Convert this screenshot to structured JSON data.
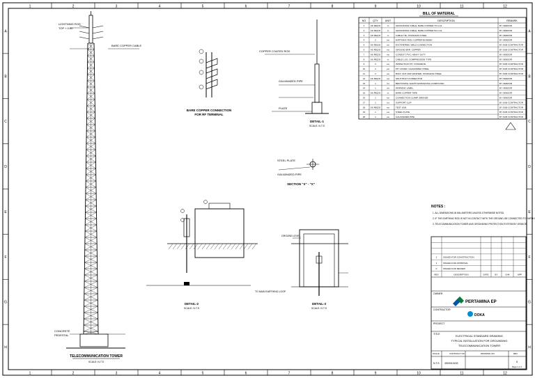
{
  "border": {
    "columns": [
      "1",
      "2",
      "3",
      "4",
      "5",
      "6",
      "7",
      "8",
      "9",
      "10",
      "11",
      "12"
    ],
    "rows": [
      "A",
      "B",
      "C",
      "D",
      "E",
      "F",
      "G",
      "H"
    ]
  },
  "tower": {
    "label_top_1": "LIGHTNING ROD",
    "label_top_2": "TOP + 0.00",
    "label_cable": "BARE COPPER CABLE",
    "label_base_1": "CONCRETE",
    "label_base_2": "PEDESTAL",
    "title": "TELECOMMUNICATION TOWER",
    "scale": "SCALE: N.T.S"
  },
  "detail_d": {
    "title": "BARE COPPER CONNECTION",
    "subtitle": "FOR RF TERMINAL"
  },
  "rod_detail": {
    "label_1": "COPPER COATED ROD",
    "label_2": "GALVANIZED PIPE",
    "label_3": "PLATE",
    "title": "DETAIL-1",
    "scale": "SCALE: N.T.S"
  },
  "section_xx": {
    "label_1": "STEEL PLATE",
    "label_2": "GALVANIZED PIPE",
    "title": "SECTION \"X\" - \"X\""
  },
  "detail_2": {
    "title": "DETAIL-2",
    "scale": "SCALE: N.T.S"
  },
  "detail_3": {
    "title": "DETAIL-3",
    "scale": "SCALE: N.T.S",
    "label_1": "GROUND LEVEL",
    "label_2": "TO MAIN EARTHING LOOP"
  },
  "bom": {
    "title": "BILL OF MATERIAL",
    "headers": [
      "NO",
      "QTY",
      "UNIT",
      "DESCRIPTION",
      "REMARK"
    ],
    "rows": [
      [
        "1",
        "AS REQ'D",
        "m",
        "GROUNDING CABLE, BARE COPPER 70 mm2",
        "BY VENDOR"
      ],
      [
        "2",
        "AS REQ'D",
        "m",
        "GROUNDING CABLE, BARE COPPER 50 mm2",
        "BY VENDOR"
      ],
      [
        "3",
        "AS REQ'D",
        "m",
        "CABLE TIE, STAINLESS STEEL",
        "BY VENDOR"
      ],
      [
        "4",
        "2",
        "ea",
        "EARTHING ROD, COPPER BONDED",
        "BY VENDOR"
      ],
      [
        "5",
        "AS REQ'D",
        "ea",
        "EXOTHERMIC WELD CONNECTION",
        "BY SUB CONTRACTOR"
      ],
      [
        "6",
        "AS REQ'D",
        "ea",
        "GROUND BAR, COPPER",
        "BY SUB CONTRACTOR"
      ],
      [
        "7",
        "AS REQ'D",
        "ea",
        "CONDUIT, PVC, HEAVY DUTY",
        "BY VENDOR"
      ],
      [
        "8",
        "AS REQ'D",
        "m",
        "CABLE LUG, COMPRESSION TYPE",
        "BY VENDOR"
      ],
      [
        "9",
        "2",
        "ea",
        "INSPECTION PIT, CONCRETE",
        "BY SUB CONTRACTOR"
      ],
      [
        "10",
        "2",
        "ea",
        "PIT COVER, GALVANIZED STEEL",
        "BY SUB CONTRACTOR"
      ],
      [
        "11",
        "2",
        "ea",
        "BOLT, NUT AND WASHER, STAINLESS STEEL",
        "BY SUB CONTRACTOR"
      ],
      [
        "12",
        "AS REQ'D",
        "ea",
        "SPLIT BOLT CONNECTOR",
        "BY VENDOR"
      ],
      [
        "13",
        "1",
        "lot",
        "BENTONITE / EARTH ENHANCING COMPOUND",
        "BY VENDOR"
      ],
      [
        "14",
        "1",
        "lot",
        "WARNING LABEL",
        "BY VENDOR"
      ],
      [
        "15",
        "AS REQ'D",
        "m",
        "BARE COPPER TAPE",
        "BY VENDOR"
      ],
      [
        "16",
        "1",
        "ea",
        "CONNECTION CLAMP, BRONZE",
        "BY VENDOR"
      ],
      [
        "17",
        "1",
        "lot",
        "SUPPORT CLIP",
        "BY SUB CONTRACTOR"
      ],
      [
        "18",
        "AS REQ'D",
        "ea",
        "TEST LINK",
        "BY SUB CONTRACTOR"
      ],
      [
        "19",
        "1",
        "ea",
        "STEEL PLATE",
        "BY SUB CONTRACTOR"
      ],
      [
        "20",
        "1",
        "ea",
        "GALVANIZED PIPE",
        "BY SUB CONTRACTOR"
      ]
    ]
  },
  "notes": {
    "title": "NOTES :",
    "items": [
      "1. ALL DIMENSIONS IN MILLIMETERS UNLESS OTHERWISE NOTED.",
      "2. IF THE EARTHING ROD IS NOT IN CONTACT WITH THE GROUND, BE CONNECTED TO EARTH LOOP.",
      "3. TELECOMMUNICATION TOWER AND GROUNDING PROTECTION SYSTEM BY VENDOR."
    ]
  },
  "revisions": {
    "headers": [
      "REV",
      "DESCRIPTION",
      "DATE",
      "BY",
      "CHK",
      "APP"
    ],
    "rows": [
      [
        "2",
        "ISSUED FOR CONSTRUCTION",
        "",
        "",
        "",
        ""
      ],
      [
        "1",
        "ISSUED FOR APPROVAL",
        "",
        "",
        "",
        ""
      ],
      [
        "0",
        "ISSUED FOR REVIEW",
        "",
        "",
        "",
        ""
      ]
    ]
  },
  "title_block": {
    "owner_label": "OWNER",
    "owner_logo": "PERTAMINA EP",
    "contractor_label": "CONTRACTOR",
    "contractor_logo": "DOKA",
    "project_label": "PROJECT",
    "title_label": "TITLE",
    "title_line_1": "ELECTRICAL STANDARD DRAWING",
    "title_line_2": "TYPICAL INSTALLATION FOR GROUNDING",
    "title_line_3": "TELECOMMUNICATION TOWER",
    "scale_label": "SCALE",
    "scale_value": "N.T.S",
    "contract_no_label": "CONTRACT NO.",
    "drawing_no_label": "DRAWING NO.",
    "rev_label": "REV",
    "drawing_no_value": "4500013433",
    "rev_value": "0",
    "sheet_value": "Page 1 of 1"
  }
}
